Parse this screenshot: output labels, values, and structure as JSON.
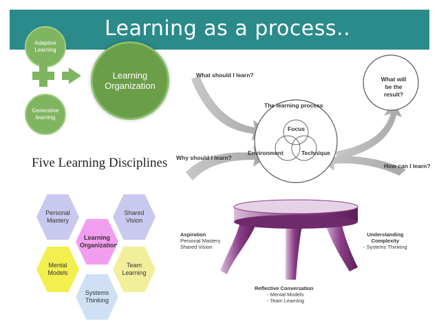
{
  "slide": {
    "title": "Learning as a process..",
    "colors": {
      "header": "#2b8a8a",
      "circle_green": "#6a9e48",
      "title_text": "#ffffff"
    }
  },
  "circles": {
    "adaptive": "Adaptive Learning",
    "generative": "Generative learning",
    "organization": "Learning Organization"
  },
  "process_diagram": {
    "what_learn": "What should I learn?",
    "why_learn": "Why should I learn?",
    "result": "What will be the result?",
    "how_learn": "How can I learn?",
    "process_title": "The learning process",
    "focus": "Focus",
    "environment": "Environment",
    "technique": "Technique"
  },
  "disciplines": {
    "title": "Five Learning Disciplines",
    "personal_mastery": "Personal Mastery",
    "shared_vision": "Shared Vision",
    "learning_organization": "Learning Organization",
    "mental_models": "Mental Models",
    "team_learning": "Team Learning",
    "systems_thinking": "Systems Thinking"
  },
  "stool": {
    "aspiration_title": "Aspiration",
    "aspiration_1": "Personal Mastery",
    "aspiration_2": "Shared Vision",
    "complexity_title_1": "Understanding",
    "complexity_title_2": "Complexity",
    "complexity_1": "- Systems Thinking",
    "reflective_title": "Reflective Conversation",
    "reflective_1": "- Mental Models",
    "reflective_2": "- Team Learning"
  }
}
